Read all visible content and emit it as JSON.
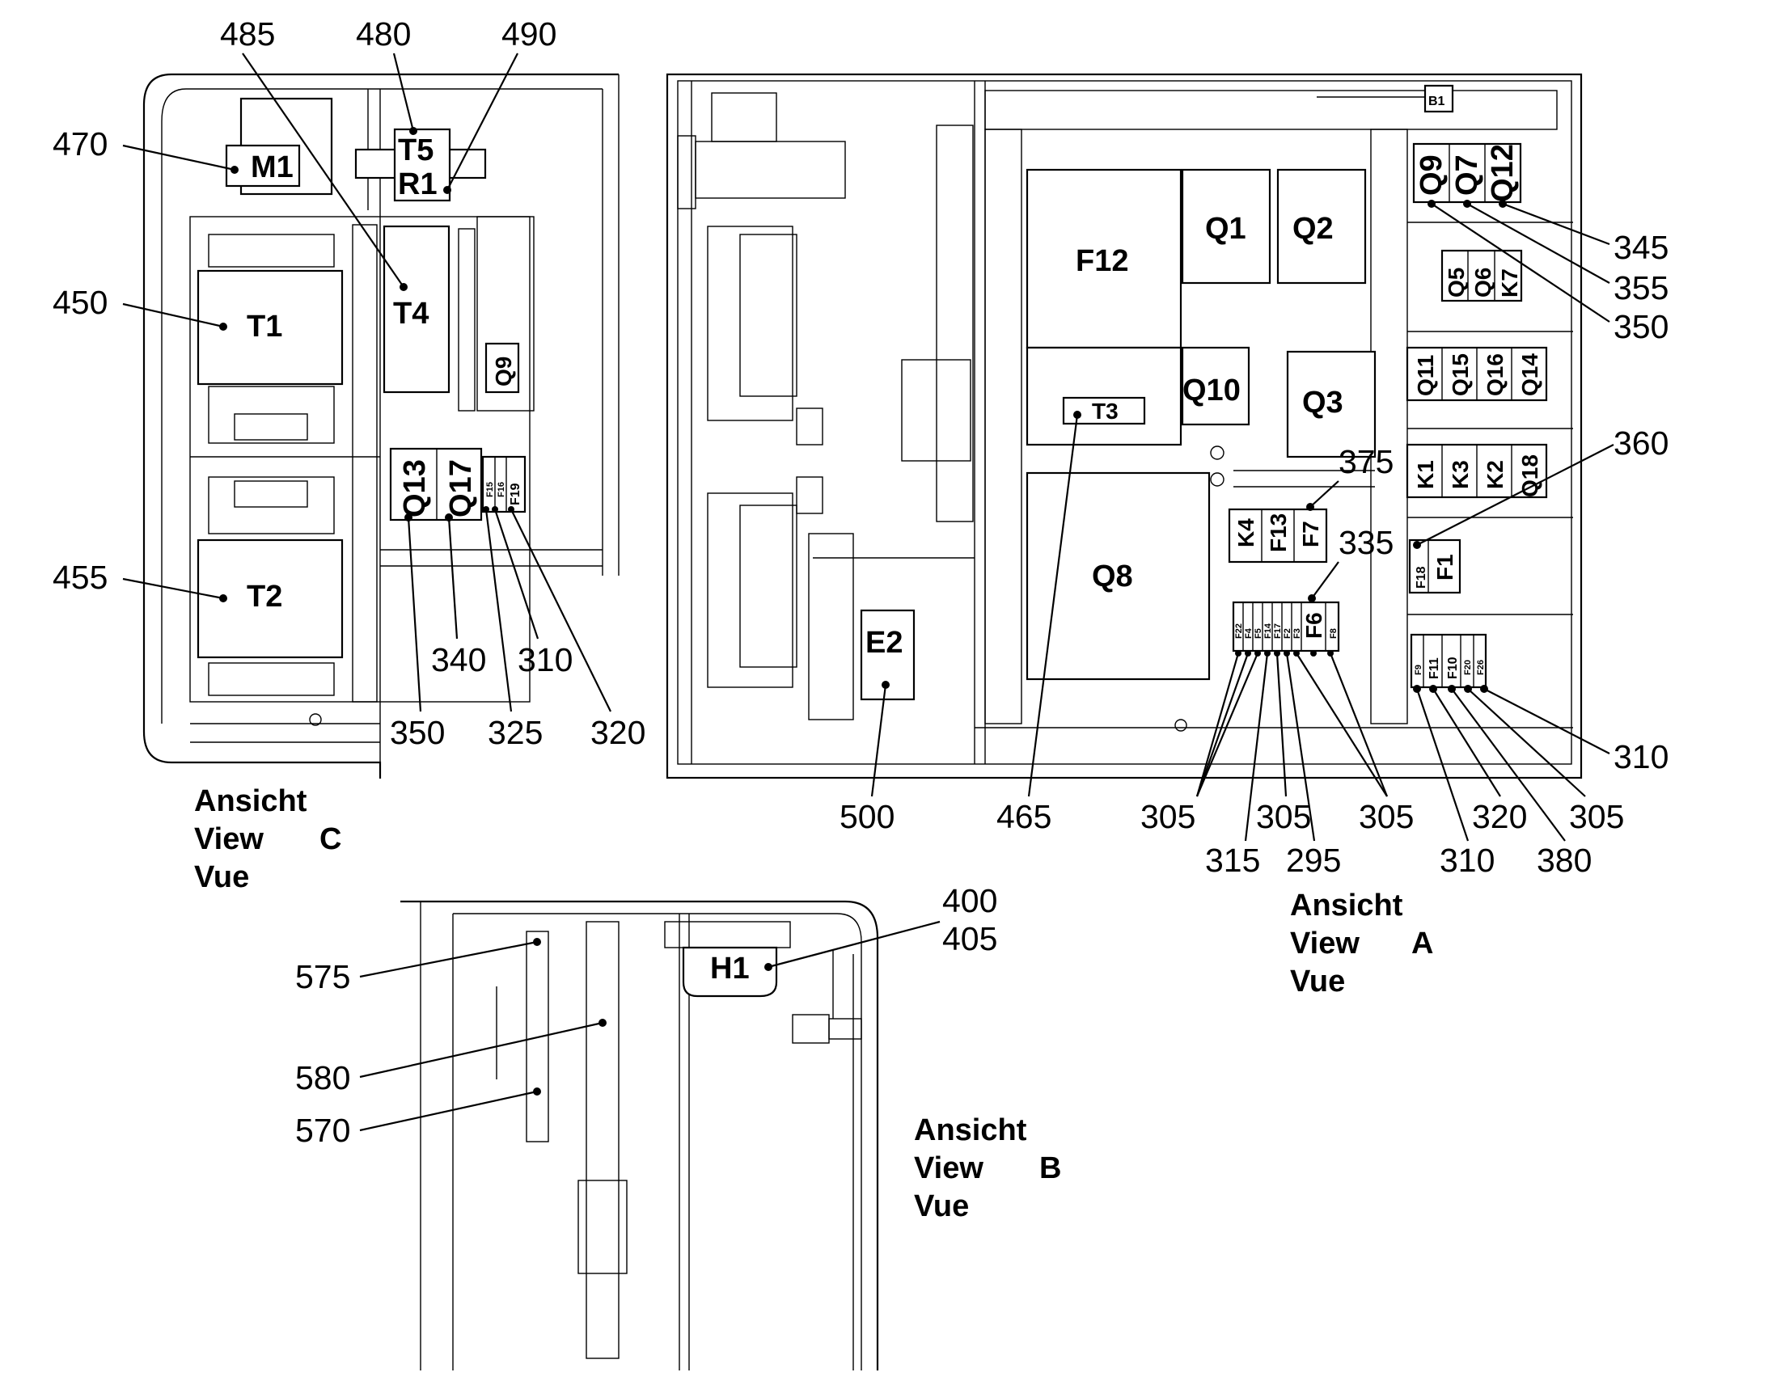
{
  "views": {
    "c": {
      "line1": "Ansicht",
      "line2": "View",
      "letter": "C",
      "line3": "Vue"
    },
    "a": {
      "line1": "Ansicht",
      "line2": "View",
      "letter": "A",
      "line3": "Vue"
    },
    "b": {
      "line1": "Ansicht",
      "line2": "View",
      "letter": "B",
      "line3": "Vue"
    }
  },
  "components": {
    "M1": "M1",
    "T5": "T5",
    "R1": "R1",
    "T1": "T1",
    "T2": "T2",
    "T4": "T4",
    "Q9c": "Q9",
    "Q13": "Q13",
    "Q17": "Q17",
    "F15": "F15",
    "F16": "F16",
    "F19": "F19",
    "B1": "B1",
    "F12": "F12",
    "Q1": "Q1",
    "Q2": "Q2",
    "Q10": "Q10",
    "Q3": "Q3",
    "T3": "T3",
    "Q8": "Q8",
    "E2": "E2",
    "Q9a": "Q9",
    "Q7": "Q7",
    "Q12": "Q12",
    "Q5": "Q5",
    "Q6": "Q6",
    "K7": "K7",
    "Q11": "Q11",
    "Q15": "Q15",
    "Q16": "Q16",
    "Q14": "Q14",
    "K1": "K1",
    "K3": "K3",
    "K2": "K2",
    "Q18": "Q18",
    "K4": "K4",
    "F13": "F13",
    "F7": "F7",
    "F18": "F18",
    "F1": "F1",
    "F22": "F22",
    "F4": "F4",
    "F5": "F5",
    "F14": "F14",
    "F17": "F17",
    "F2": "F2",
    "F3": "F3",
    "F6": "F6",
    "F8": "F8",
    "F9": "F9",
    "F11": "F11",
    "F10": "F10",
    "F20": "F20",
    "F26": "F26",
    "H1": "H1"
  },
  "callouts": [
    "485",
    "480",
    "490",
    "470",
    "450",
    "455",
    "350",
    "340",
    "310",
    "325",
    "320",
    "500",
    "465",
    "375",
    "335",
    "360",
    "345",
    "355",
    "350",
    "305",
    "315",
    "305",
    "295",
    "305",
    "310",
    "320",
    "380",
    "305",
    "310",
    "400",
    "405",
    "575",
    "580",
    "570"
  ]
}
